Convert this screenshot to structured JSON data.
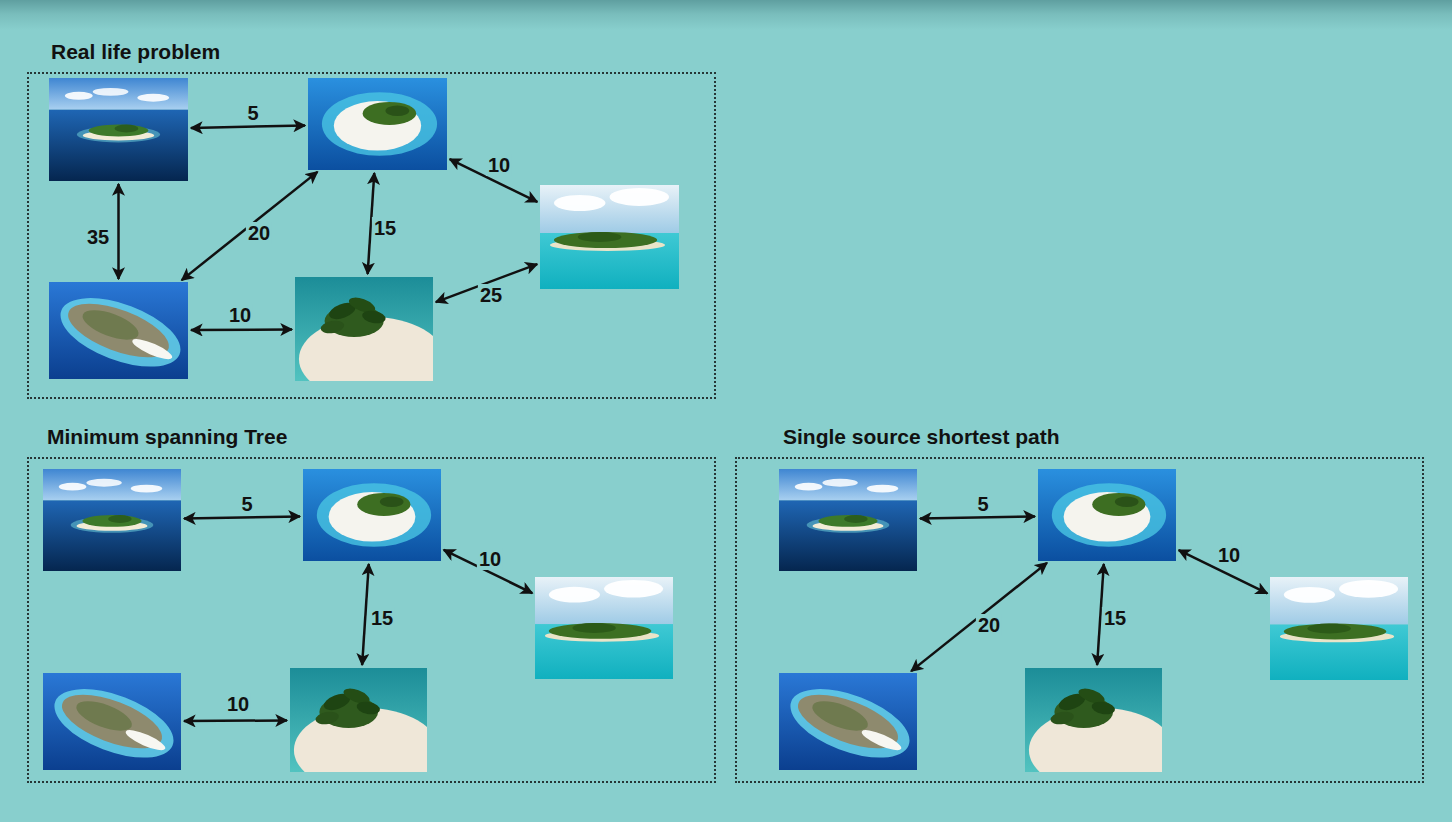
{
  "diagram": {
    "nodes": [
      {
        "text": [
          "Real life problem"
        ]
      },
      {
        "text": [],
        "in": 0
      },
      {
        "text": [],
        "in": 0
      },
      {
        "text": [],
        "in": 0
      },
      {
        "text": [],
        "in": 0
      },
      {
        "text": [],
        "in": 0
      },
      {
        "text": [
          "Minimum spanning Tree"
        ]
      },
      {
        "text": [],
        "in": 6
      },
      {
        "text": [],
        "in": 6
      },
      {
        "text": [],
        "in": 6
      },
      {
        "text": [],
        "in": 6
      },
      {
        "text": [],
        "in": 6
      },
      {
        "text": [
          "Single source shortest path"
        ]
      },
      {
        "text": [],
        "in": 12
      },
      {
        "text": [],
        "in": 12
      },
      {
        "text": [],
        "in": 12
      },
      {
        "text": [],
        "in": 12
      },
      {
        "text": [],
        "in": 12
      }
    ],
    "edges": [
      {
        "from": 1,
        "to": 2,
        "label": "5",
        "arrow": "both"
      },
      {
        "from": 2,
        "to": 3,
        "label": "10",
        "arrow": "both"
      },
      {
        "from": 1,
        "to": 4,
        "label": "35",
        "arrow": "both"
      },
      {
        "from": 2,
        "to": 4,
        "label": "20",
        "arrow": "both"
      },
      {
        "from": 2,
        "to": 5,
        "label": "15",
        "arrow": "both"
      },
      {
        "from": 5,
        "to": 3,
        "label": "25",
        "arrow": "both"
      },
      {
        "from": 4,
        "to": 5,
        "label": "10",
        "arrow": "both"
      },
      {
        "from": 7,
        "to": 8,
        "label": "5",
        "arrow": "both"
      },
      {
        "from": 8,
        "to": 9,
        "label": "10",
        "arrow": "both"
      },
      {
        "from": 8,
        "to": 11,
        "label": "15",
        "arrow": "both"
      },
      {
        "from": 10,
        "to": 11,
        "label": "10",
        "arrow": "both"
      },
      {
        "from": 13,
        "to": 14,
        "label": "5",
        "arrow": "both"
      },
      {
        "from": 14,
        "to": 16,
        "label": "20",
        "arrow": "both"
      },
      {
        "from": 14,
        "to": 17,
        "label": "15",
        "arrow": "both"
      },
      {
        "from": 14,
        "to": 15,
        "label": "10",
        "arrow": "both"
      }
    ]
  }
}
